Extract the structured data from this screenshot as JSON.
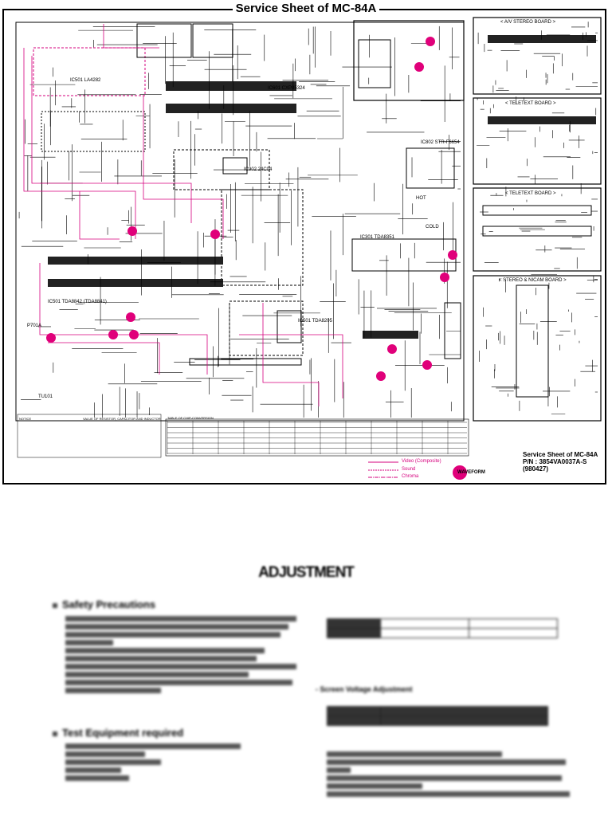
{
  "sheet": {
    "title": "Service Sheet of MC-84A",
    "footer_title": "Service Sheet of MC-84A",
    "part_number": "P/N : 3854VA0037A-S",
    "date_code": "(980427)"
  },
  "boards": {
    "av_stereo": "< A/V STEREO BOARD >",
    "teletext_1": "< TELETEXT BOARD >",
    "teletext_2": "< TELETEXT BOARD >",
    "stereo_nicam": "< STEREO & NICAM BOARD >"
  },
  "ic_labels": {
    "ic501": "IC501 LA4282",
    "ic601": "IC601 CXP85324",
    "ic501b": "IC501 TDA8842 (TDA8841)",
    "ic301": "IC301 TDA8351",
    "ic802": "IC802 STR-F6654",
    "tu101": "TU101",
    "hot": "HOT",
    "cold": "COLD",
    "p701a": "P701A",
    "ic902": "IC902 24C04",
    "ic501c": "IC501 TDA8205"
  },
  "notes": {
    "notice": "NOTICE",
    "values": "VALUE OF RESISTOR, CAPACITOR AND INDUCTOR",
    "table_title": "TABLE OF CHIP-CONVERSION"
  },
  "legend": {
    "video": "Video (Composite)",
    "sound": "Sound",
    "chroma": "Chroma",
    "waveform": "WAVEFORM"
  },
  "colors": {
    "accent": "#e0007a",
    "line": "#000000",
    "signal": "#d6007e"
  },
  "adjustment": {
    "title": "ADJUSTMENT",
    "safety_heading": "Safety Precautions",
    "equipment_heading": "Test Equipment required",
    "screen_heading": "- Screen Voltage Adjustment"
  }
}
